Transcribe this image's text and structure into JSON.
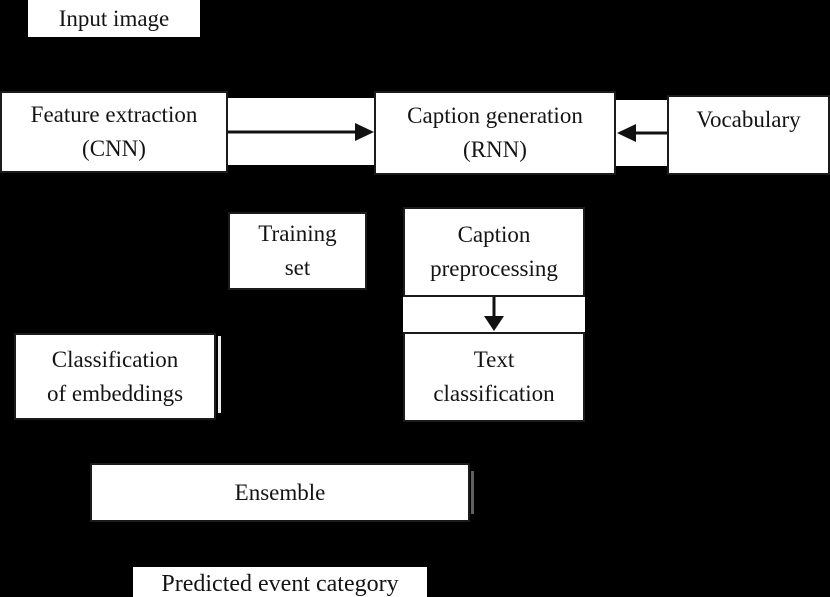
{
  "diagram": {
    "background_color": "#000000",
    "box_fill_color": "#ffffff",
    "box_border_color": "#1b1b1b",
    "text_color": "#141414",
    "arrow_color": "#111111",
    "nodes": {
      "input_image": {
        "label": "Input image"
      },
      "feature_extraction": {
        "label": "Feature extraction\n(CNN)"
      },
      "caption_generation": {
        "label": "Caption generation\n(RNN)"
      },
      "vocabulary": {
        "label": "Vocabulary"
      },
      "training_set": {
        "label": "Training\nset"
      },
      "caption_preprocessing": {
        "label": "Caption\npreprocessing"
      },
      "text_classification": {
        "label": "Text\nclassification"
      },
      "classification_of_embeddings": {
        "label": "Classification\nof embeddings"
      },
      "ensemble": {
        "label": "Ensemble"
      },
      "predicted_event_category": {
        "label": "Predicted event category"
      }
    },
    "edges": [
      {
        "from": "feature_extraction",
        "to": "caption_generation",
        "direction": "right"
      },
      {
        "from": "vocabulary",
        "to": "caption_generation",
        "direction": "left"
      },
      {
        "from": "caption_preprocessing",
        "to": "text_classification",
        "direction": "down"
      }
    ]
  }
}
